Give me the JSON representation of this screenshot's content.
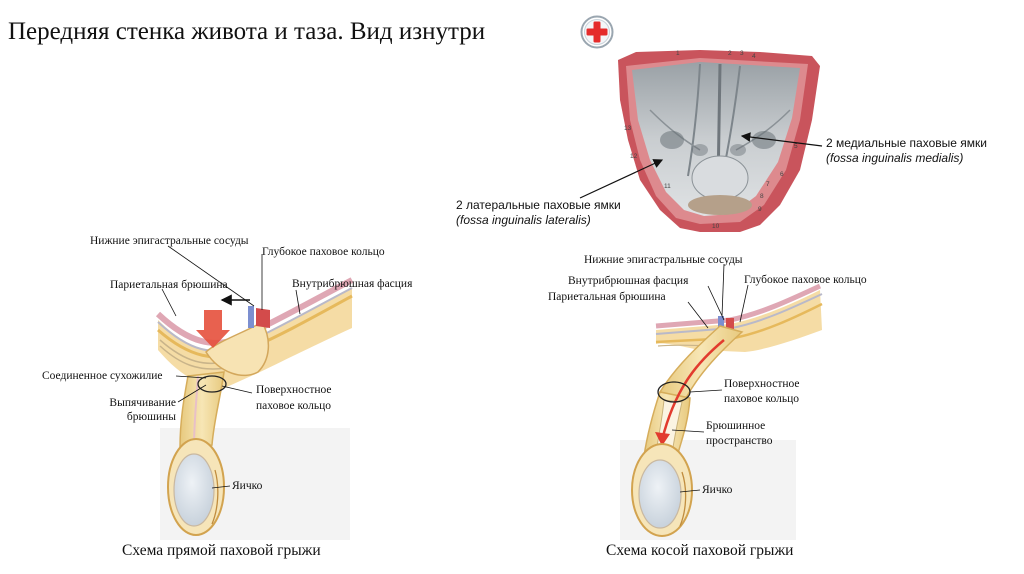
{
  "slide": {
    "title": "Передняя стенка живота и таза. Вид изнутри"
  },
  "top_figure": {
    "medial_label": "2 медиальные паховые ямки",
    "medial_latin": "(fossa inguinalis medialis)",
    "lateral_label": "2 латеральные паховые ямки",
    "lateral_latin": "(fossa inguinalis lateralis)",
    "numbers": [
      "1",
      "2",
      "3",
      "4",
      "5",
      "6",
      "7",
      "8",
      "9",
      "10",
      "11",
      "12",
      "13"
    ]
  },
  "left_diagram": {
    "labels": {
      "inferior_epigastric": "Нижние эпигастральные сосуды",
      "deep_ring": "Глубокое паховое кольцо",
      "parietal_peritoneum": "Париетальная брюшина",
      "transversalis_fascia": "Внутрибрюшная фасция",
      "conjoint_tendon": "Соединенное сухожилие",
      "peritoneum_protrusion_1": "Выпячивание",
      "peritoneum_protrusion_2": "брюшины",
      "superficial_ring_1": "Поверхностное",
      "superficial_ring_2": "паховое кольцо",
      "testis": "Яичко"
    },
    "caption": "Схема прямой паховой грыжи"
  },
  "right_diagram": {
    "labels": {
      "inferior_epigastric": "Нижние эпигастральные сосуды",
      "transversalis_fascia": "Внутрибрюшная фасция",
      "deep_ring": "Глубокое паховое кольцо",
      "parietal_peritoneum": "Париетальная брюшина",
      "superficial_ring_1": "Поверхностное",
      "superficial_ring_2": "паховое кольцо",
      "peritoneal_space_1": "Брюшинное",
      "peritoneal_space_2": "пространство",
      "testis": "Яичко"
    },
    "caption": "Схема косой паховой грыжи"
  }
}
